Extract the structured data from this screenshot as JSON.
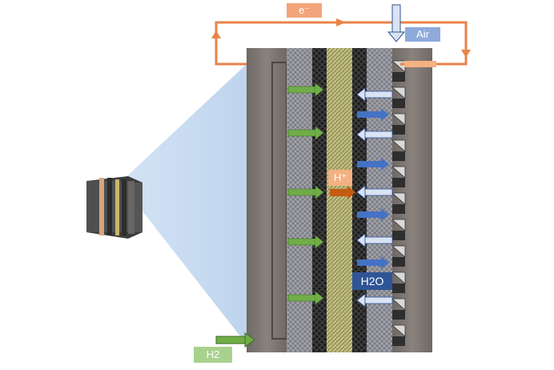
{
  "labels": {
    "electron": "e⁻",
    "air": "Air",
    "proton": "H⁺",
    "water": "H2O",
    "hydrogen": "H2"
  },
  "colors": {
    "electron_path": "#e8834a",
    "electron_label_bg": "#f2a57b",
    "air_label_bg": "#8eaadb",
    "proton_label_bg": "#f4b183",
    "proton_arrow": "#c55a11",
    "water_label_bg": "#2f5597",
    "hydrogen_label_bg": "#a9d18e",
    "hydrogen_arrow": "#70ad47",
    "oxygen_arrow": "#dae3f3",
    "water_arrow": "#4472c4",
    "plate": "#7b7470",
    "gas_diffusion_layer": "#8b8b93",
    "catalyst_layer": "#2a2a2a",
    "membrane": "#b9b67a"
  },
  "icons": {
    "stack": "fuel-cell-stack-icon"
  }
}
